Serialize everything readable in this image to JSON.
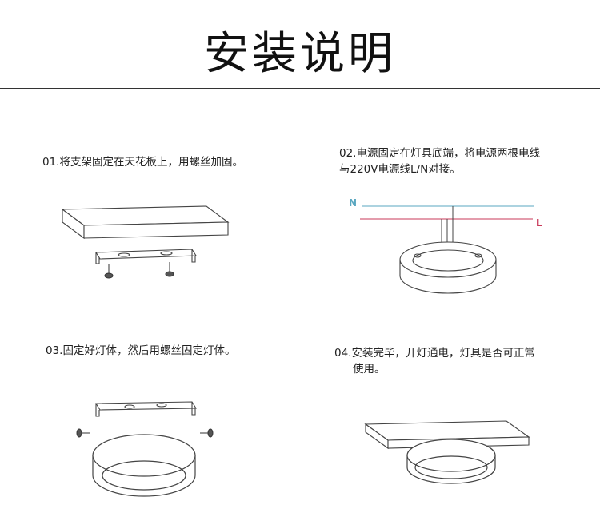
{
  "title": "安装说明",
  "steps": [
    {
      "lines": [
        "01.将支架固定在天花板上，用螺丝加固。"
      ]
    },
    {
      "lines": [
        "02.电源固定在灯具底端，将电源两根电线",
        "与220V电源线L/N对接。"
      ]
    },
    {
      "lines": [
        "03.固定好灯体，然后用螺丝固定灯体。"
      ]
    },
    {
      "lines": [
        "04.安装完毕，开灯通电，灯具是否可正常",
        "使用。"
      ]
    }
  ],
  "wires": {
    "n_label": "N",
    "l_label": "L",
    "n_color": "#5aa7c0",
    "l_color": "#c93a5a"
  },
  "colors": {
    "line": "#444444",
    "fill": "#ffffff"
  }
}
